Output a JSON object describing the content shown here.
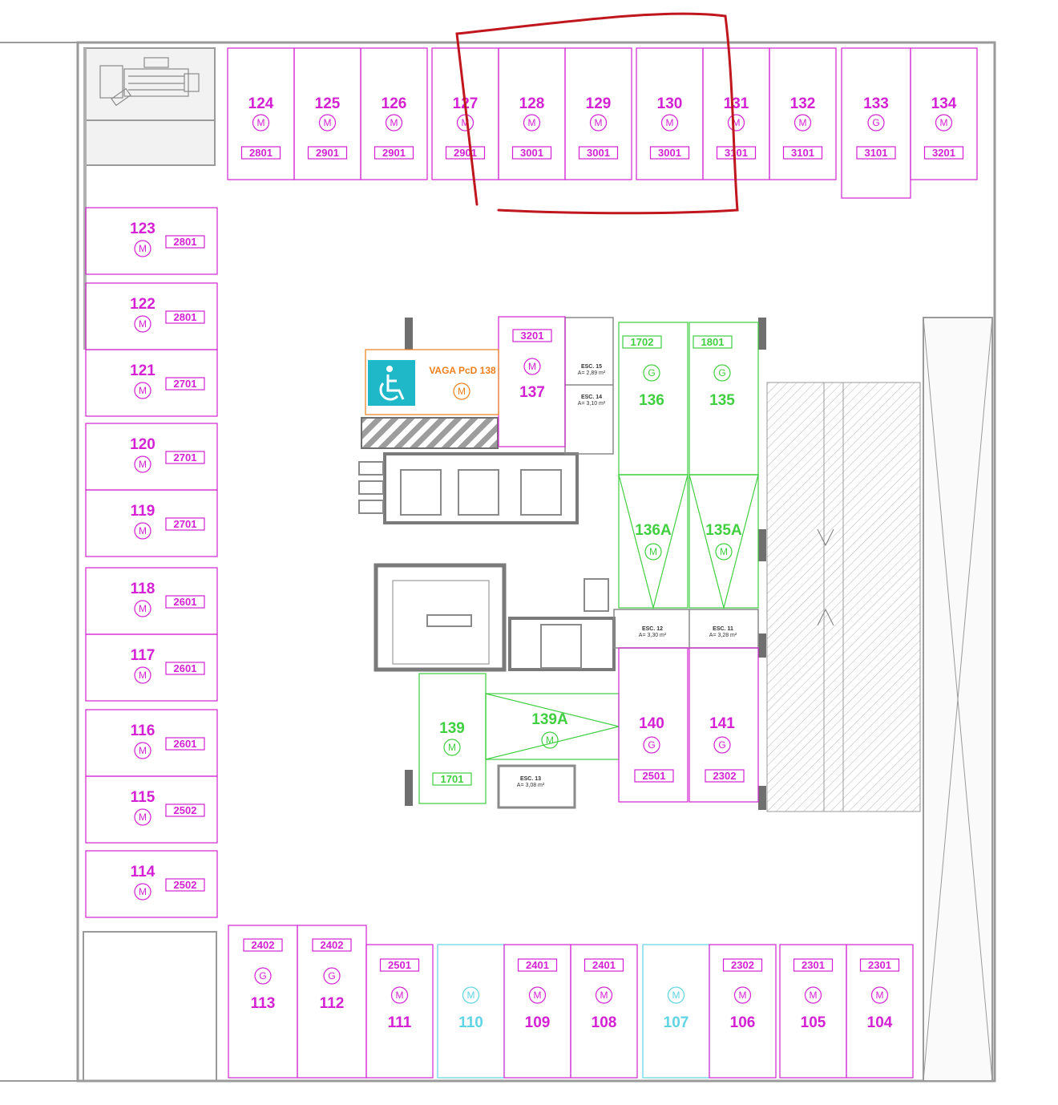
{
  "colors": {
    "magenta": "#d321d3",
    "green": "#3fcf3f",
    "cyan": "#5fd4e4",
    "orange": "#ec7f1c",
    "wall": "#9a9a9a",
    "wall_dark": "#6f6f6f",
    "annotation": "#c0161d",
    "pcd_tile": "#1fb8c8"
  },
  "spaces": [
    {
      "id": "124",
      "badge": "M",
      "unit": "2801",
      "color": "magenta"
    },
    {
      "id": "125",
      "badge": "M",
      "unit": "2901",
      "color": "magenta"
    },
    {
      "id": "126",
      "badge": "M",
      "unit": "2901",
      "color": "magenta"
    },
    {
      "id": "127",
      "badge": "M",
      "unit": "2901",
      "color": "magenta"
    },
    {
      "id": "128",
      "badge": "M",
      "unit": "3001",
      "color": "magenta"
    },
    {
      "id": "129",
      "badge": "M",
      "unit": "3001",
      "color": "magenta"
    },
    {
      "id": "130",
      "badge": "M",
      "unit": "3001",
      "color": "magenta"
    },
    {
      "id": "131",
      "badge": "M",
      "unit": "3101",
      "color": "magenta"
    },
    {
      "id": "132",
      "badge": "M",
      "unit": "3101",
      "color": "magenta"
    },
    {
      "id": "133",
      "badge": "G",
      "unit": "3101",
      "color": "magenta"
    },
    {
      "id": "134",
      "badge": "M",
      "unit": "3201",
      "color": "magenta"
    },
    {
      "id": "123",
      "badge": "M",
      "unit": "2801",
      "color": "magenta"
    },
    {
      "id": "122",
      "badge": "M",
      "unit": "2801",
      "color": "magenta"
    },
    {
      "id": "121",
      "badge": "M",
      "unit": "2701",
      "color": "magenta"
    },
    {
      "id": "120",
      "badge": "M",
      "unit": "2701",
      "color": "magenta"
    },
    {
      "id": "119",
      "badge": "M",
      "unit": "2701",
      "color": "magenta"
    },
    {
      "id": "118",
      "badge": "M",
      "unit": "2601",
      "color": "magenta"
    },
    {
      "id": "117",
      "badge": "M",
      "unit": "2601",
      "color": "magenta"
    },
    {
      "id": "116",
      "badge": "M",
      "unit": "2601",
      "color": "magenta"
    },
    {
      "id": "115",
      "badge": "M",
      "unit": "2502",
      "color": "magenta"
    },
    {
      "id": "114",
      "badge": "M",
      "unit": "2502",
      "color": "magenta"
    },
    {
      "id": "113",
      "badge": "G",
      "unit": "2402",
      "color": "magenta"
    },
    {
      "id": "112",
      "badge": "G",
      "unit": "2402",
      "color": "magenta"
    },
    {
      "id": "111",
      "badge": "M",
      "unit": "2501",
      "color": "magenta"
    },
    {
      "id": "110",
      "badge": "M",
      "unit": "",
      "color": "cyan"
    },
    {
      "id": "109",
      "badge": "M",
      "unit": "2401",
      "color": "magenta"
    },
    {
      "id": "108",
      "badge": "M",
      "unit": "2401",
      "color": "magenta"
    },
    {
      "id": "107",
      "badge": "M",
      "unit": "",
      "color": "cyan"
    },
    {
      "id": "106",
      "badge": "M",
      "unit": "2302",
      "color": "magenta"
    },
    {
      "id": "105",
      "badge": "M",
      "unit": "2301",
      "color": "magenta"
    },
    {
      "id": "104",
      "badge": "M",
      "unit": "2301",
      "color": "magenta"
    },
    {
      "id": "137",
      "badge": "M",
      "unit": "3201",
      "color": "magenta"
    },
    {
      "id": "136",
      "badge": "G",
      "unit": "1702",
      "color": "green"
    },
    {
      "id": "135",
      "badge": "G",
      "unit": "1801",
      "color": "green"
    },
    {
      "id": "136A",
      "badge": "M",
      "unit": "",
      "color": "green"
    },
    {
      "id": "135A",
      "badge": "M",
      "unit": "",
      "color": "green"
    },
    {
      "id": "139",
      "badge": "M",
      "unit": "1701",
      "color": "green"
    },
    {
      "id": "139A",
      "badge": "M",
      "unit": "",
      "color": "green"
    },
    {
      "id": "140",
      "badge": "G",
      "unit": "2501",
      "color": "magenta"
    },
    {
      "id": "141",
      "badge": "G",
      "unit": "2302",
      "color": "magenta"
    }
  ],
  "pcd": {
    "label": "VAGA  PcD 138",
    "badge": "M",
    "icon": "wheelchair-icon"
  },
  "storage": [
    {
      "id": "ESC. 15",
      "area": "A= 2,89 m²"
    },
    {
      "id": "ESC. 14",
      "area": "A= 3,10 m²"
    },
    {
      "id": "ESC. 12",
      "area": "A= 3,30 m²"
    },
    {
      "id": "ESC. 11",
      "area": "A= 3,28 m²"
    },
    {
      "id": "ESC. 13",
      "area": "A= 3,08 m²"
    }
  ]
}
